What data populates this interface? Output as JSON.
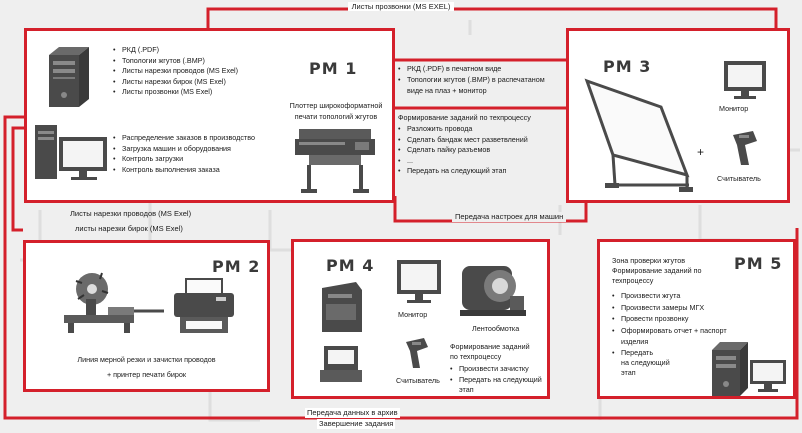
{
  "colors": {
    "accent": "#d4202b",
    "icon": "#4a4a4a",
    "background": "#efefef"
  },
  "connectors": {
    "top": "Листы прозвонки (MS EXEL)",
    "middle_right": "Передача настроек для машин",
    "left_1": "Листы нарезки проводов (MS Exel)",
    "left_2": "листы нарезки бирок (MS Exel)",
    "bottom_1": "Передача данных в архив",
    "bottom_2": "Завершение задания"
  },
  "rm1": {
    "title": "РМ 1",
    "files": [
      "РКД (.PDF)",
      "Топологии жгутов (.BMP)",
      "Листы нарезки проводов (MS Exel)",
      "Листы нарезки бирок (MS Exel)",
      "Листы прозвонки (MS Exel)"
    ],
    "tasks": [
      "Распределение заказов в производство",
      "Загрузка машин и оборудования",
      "Контроль загрузки",
      "Контроль выполнения заказа"
    ],
    "plotter_label_1": "Плоттер широкоформатной",
    "plotter_label_2": "печати топологий жгутов",
    "icons": [
      "server-icon",
      "desktop-computer-icon",
      "wide-format-plotter-icon"
    ]
  },
  "rm3_input": {
    "items": [
      "РКД (.PDF)   в печатном виде",
      "Топологии жгутов (.BMP)   в распечатаном"
    ],
    "continuation": "виде на плаз + монитор",
    "forming_title": "Формирование заданий по техпроцессу",
    "forming": [
      "Разложить провода",
      "Сделать бандаж   мест разветвлений",
      "Сделать пайку разъемов",
      "...",
      "Передать на следующий этап"
    ]
  },
  "rm3": {
    "title": "РМ 3",
    "monitor_label": "Монитор",
    "scanner_label": "Считыватель",
    "icons": [
      "assembly-board-icon",
      "monitor-icon",
      "barcode-scanner-icon"
    ]
  },
  "rm2": {
    "title": "РМ 2",
    "caption_1": "Линия мерной резки и зачистки проводов",
    "caption_2": "+ принтер печати бирок",
    "icons": [
      "wire-cutting-machine-icon",
      "label-printer-icon"
    ]
  },
  "rm4": {
    "title": "РМ 4",
    "monitor_label": "Монитор",
    "taping_label": "Лентообмотка",
    "scanner_label": "Считыватель",
    "forming_title_1": "Формирование заданий",
    "forming_title_2": "по техпроцессу",
    "items": [
      "Произвести зачистку",
      "Передать на следующий"
    ],
    "continuation": "этап",
    "icons": [
      "terminal-kiosk-icon",
      "monitor-icon",
      "taping-machine-icon",
      "workstation-icon",
      "barcode-scanner-icon"
    ]
  },
  "rm5": {
    "title": "РМ 5",
    "intro": [
      "Зона проверки жгутов",
      "Формирование заданий по",
      "техпроцессу"
    ],
    "items": [
      "Произвести жгута",
      "Произвести замеры МГХ",
      "Провести прозвонку",
      "Оформировать отчет + паспорт"
    ],
    "item4_cont": "изделия",
    "item5": [
      "Передать",
      "на следующий",
      "этап"
    ],
    "icons": [
      "server-icon",
      "desktop-computer-icon"
    ]
  }
}
